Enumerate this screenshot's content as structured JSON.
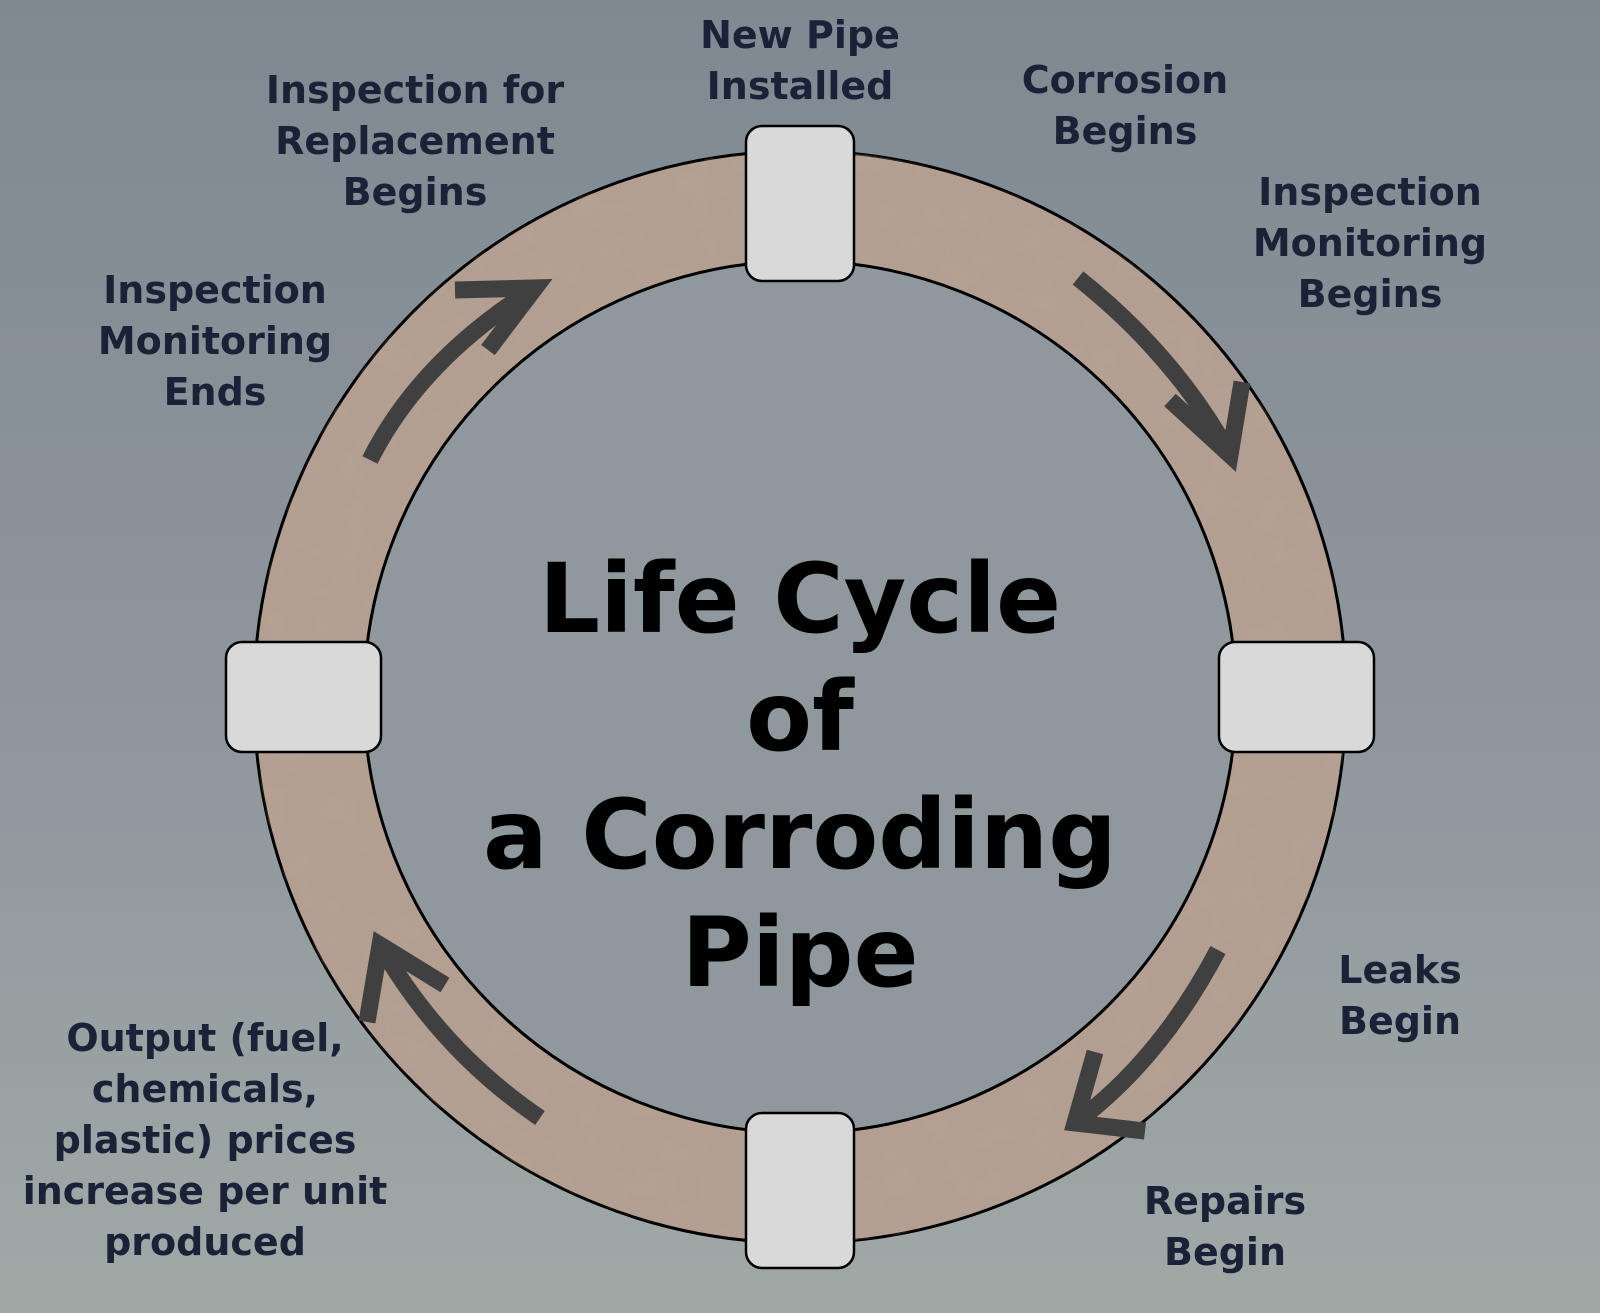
{
  "title": "Life Cycle of\na Corroding\nPipe",
  "labels": {
    "new_pipe": "New Pipe\nInstalled",
    "corrosion": "Corrosion\nBegins",
    "monitoring_begins": "Inspection\nMonitoring\nBegins",
    "leaks": "Leaks\nBegin",
    "repairs": "Repairs\nBegin",
    "output": "Output (fuel,\nchemicals,\nplastic) prices\nincrease per unit\nproduced",
    "monitoring_ends": "Inspection\nMonitoring\nEnds",
    "replacement": "Inspection for\nReplacement\nBegins"
  },
  "colors": {
    "ring": "#b39f92",
    "ring_outline": "#000000",
    "inner": "#8f999d",
    "node": "#d9d9d9",
    "arrow": "#404040",
    "label_text": "#1a2238"
  }
}
